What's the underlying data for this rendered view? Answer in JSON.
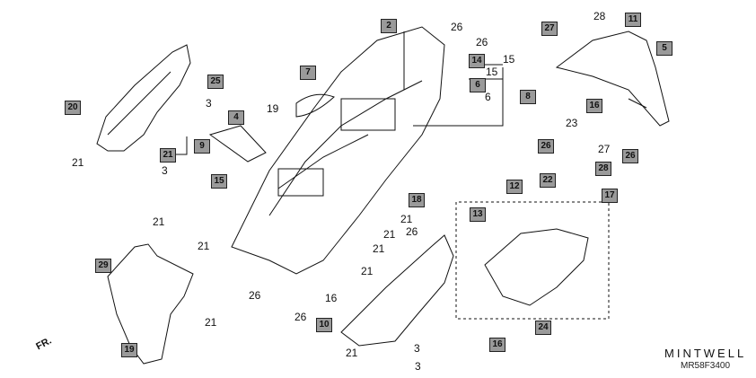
{
  "diagram": {
    "direction_label": "FR.",
    "brand": "MINTWELL",
    "code": "MR58F3400",
    "boxed_callouts": [
      "2",
      "4",
      "5",
      "6",
      "7",
      "8",
      "9",
      "10",
      "11",
      "12",
      "13",
      "14",
      "15",
      "16",
      "16",
      "17",
      "18",
      "19",
      "20",
      "21",
      "22",
      "24",
      "25",
      "26",
      "26",
      "27",
      "28",
      "29"
    ],
    "plain_callouts": [
      "26",
      "26",
      "15",
      "15",
      "6",
      "28",
      "3",
      "19",
      "21",
      "3",
      "23",
      "27",
      "21",
      "21",
      "21",
      "21",
      "21",
      "16",
      "21",
      "3",
      "26",
      "26",
      "21",
      "21",
      "26",
      "3"
    ]
  }
}
